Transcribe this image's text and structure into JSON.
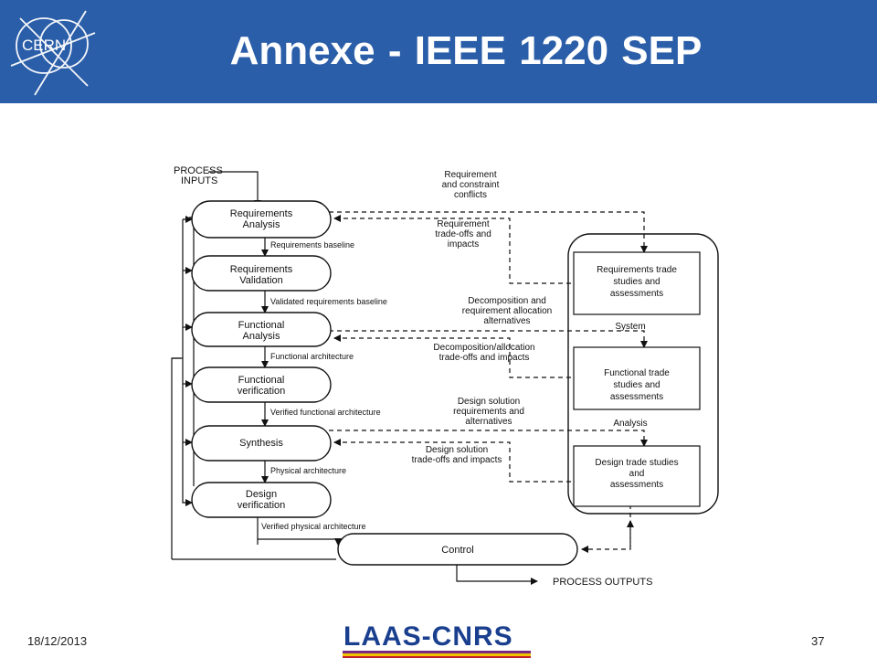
{
  "header": {
    "title": "Annexe - IEEE 1220  SEP",
    "logo_text": "CERN",
    "background_color": "#2b5ea8"
  },
  "diagram": {
    "process_inputs": [
      "PROCESS",
      "INPUTS"
    ],
    "process_outputs": "PROCESS OUTPUTS",
    "nodes": {
      "requirements_analysis": [
        "Requirements",
        "Analysis"
      ],
      "requirements_validation": [
        "Requirements",
        "Validation"
      ],
      "functional_analysis": [
        "Functional",
        "Analysis"
      ],
      "functional_verification": [
        "Functional",
        "verification"
      ],
      "synthesis": [
        "Synthesis"
      ],
      "design_verification": [
        "Design",
        "verification"
      ],
      "control": [
        "Control"
      ]
    },
    "flow_labels": {
      "requirements_baseline": "Requirements baseline",
      "validated_requirements_baseline": "Validated requirements baseline",
      "functional_architecture": "Functional architecture",
      "verified_functional_architecture": "Verified functional architecture",
      "physical_architecture": "Physical architecture",
      "verified_physical_architecture": "Verified physical architecture"
    },
    "side_labels": {
      "conflicts": [
        "Requirement",
        "and constraint",
        "conflicts"
      ],
      "tradeoffs": [
        "Requirement",
        "trade-offs and",
        "impacts"
      ],
      "decomposition": [
        "Decomposition and",
        "requirement allocation",
        "alternatives"
      ],
      "decomp_tradeoffs": [
        "Decomposition/allocation",
        "trade-offs and impacts"
      ],
      "design_solution": [
        "Design solution",
        "requirements and",
        "alternatives"
      ],
      "design_tradeoffs": [
        "Design solution",
        "trade-offs and impacts"
      ]
    },
    "trade_studies": {
      "requirements": [
        "Requirements trade",
        "studies and",
        "assessments"
      ],
      "functional": [
        "Functional trade",
        "studies and",
        "assessments"
      ],
      "design": [
        "Design trade studies",
        "and",
        "assessments"
      ]
    },
    "stage_labels": {
      "system": "System",
      "analysis": "Analysis"
    }
  },
  "footer": {
    "date": "18/12/2013",
    "logo_text": "LAAS-CNRS",
    "page_number": "37"
  }
}
